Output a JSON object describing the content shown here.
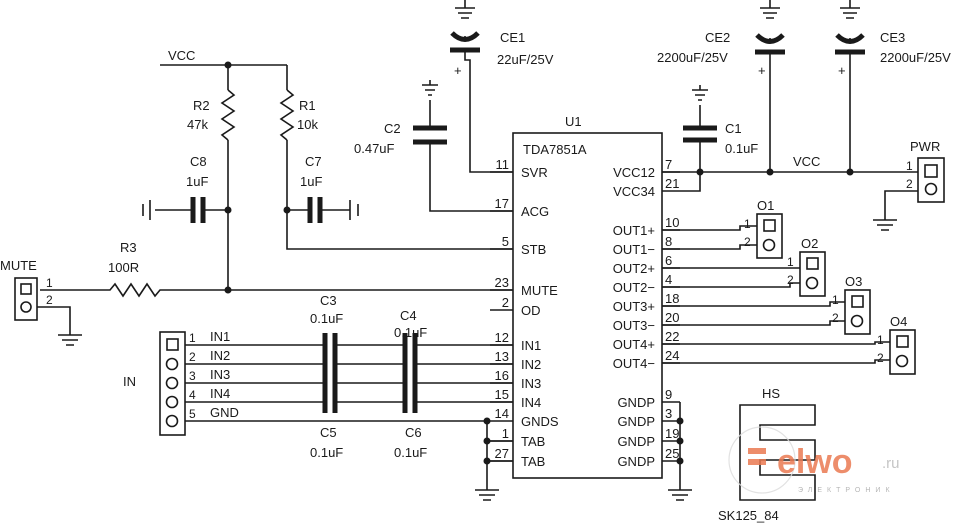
{
  "ic": {
    "ref": "U1",
    "part": "TDA7851A",
    "left_pins": [
      {
        "num": "11",
        "name": "SVR"
      },
      {
        "num": "17",
        "name": "ACG"
      },
      {
        "num": "5",
        "name": "STB"
      },
      {
        "num": "23",
        "name": "MUTE"
      },
      {
        "num": "2",
        "name": "OD"
      },
      {
        "num": "12",
        "name": "IN1"
      },
      {
        "num": "13",
        "name": "IN2"
      },
      {
        "num": "16",
        "name": "IN3"
      },
      {
        "num": "15",
        "name": "IN4"
      },
      {
        "num": "14",
        "name": "GNDS"
      },
      {
        "num": "1",
        "name": "TAB"
      },
      {
        "num": "27",
        "name": "TAB"
      }
    ],
    "right_pins": [
      {
        "num": "7",
        "name": "VCC12"
      },
      {
        "num": "21",
        "name": "VCC34"
      },
      {
        "num": "10",
        "name": "OUT1+"
      },
      {
        "num": "8",
        "name": "OUT1−"
      },
      {
        "num": "6",
        "name": "OUT2+"
      },
      {
        "num": "4",
        "name": "OUT2−"
      },
      {
        "num": "18",
        "name": "OUT3+"
      },
      {
        "num": "20",
        "name": "OUT3−"
      },
      {
        "num": "22",
        "name": "OUT4+"
      },
      {
        "num": "24",
        "name": "OUT4−"
      },
      {
        "num": "9",
        "name": "GNDP"
      },
      {
        "num": "3",
        "name": "GNDP"
      },
      {
        "num": "19",
        "name": "GNDP"
      },
      {
        "num": "25",
        "name": "GNDP"
      }
    ]
  },
  "components": {
    "ce1": {
      "ref": "CE1",
      "value": "22uF/25V"
    },
    "ce2": {
      "ref": "CE2",
      "value": "2200uF/25V"
    },
    "ce3": {
      "ref": "CE3",
      "value": "2200uF/25V"
    },
    "c1": {
      "ref": "C1",
      "value": "0.1uF"
    },
    "c2": {
      "ref": "C2",
      "value": "0.47uF"
    },
    "c3": {
      "ref": "C3",
      "value": "0.1uF"
    },
    "c4": {
      "ref": "C4",
      "value": "0.1uF"
    },
    "c5": {
      "ref": "C5",
      "value": "0.1uF"
    },
    "c6": {
      "ref": "C6",
      "value": "0.1uF"
    },
    "c7": {
      "ref": "C7",
      "value": "1uF"
    },
    "c8": {
      "ref": "C8",
      "value": "1uF"
    },
    "r1": {
      "ref": "R1",
      "value": "10k"
    },
    "r2": {
      "ref": "R2",
      "value": "47k"
    },
    "r3": {
      "ref": "R3",
      "value": "100R"
    }
  },
  "nets": {
    "vcc_left": "VCC",
    "vcc_right": "VCC",
    "plus": "+"
  },
  "connectors": {
    "mute": {
      "ref": "MUTE",
      "pins": [
        "1",
        "2"
      ]
    },
    "in": {
      "ref": "IN",
      "pins": [
        "1",
        "2",
        "3",
        "4",
        "5"
      ],
      "signals": [
        "IN1",
        "IN2",
        "IN3",
        "IN4",
        "GND"
      ]
    },
    "pwr": {
      "ref": "PWR",
      "pins": [
        "1",
        "2"
      ]
    },
    "o1": {
      "ref": "O1",
      "pins": [
        "1",
        "2"
      ]
    },
    "o2": {
      "ref": "O2",
      "pins": [
        "1",
        "2"
      ]
    },
    "o3": {
      "ref": "O3",
      "pins": [
        "1",
        "2"
      ]
    },
    "o4": {
      "ref": "O4",
      "pins": [
        "1",
        "2"
      ]
    }
  },
  "heatsink": {
    "ref": "HS",
    "part": "SK125_84"
  },
  "watermark": {
    "brand": "elwo",
    "domain": ".ru",
    "tagline": "ЭЛЕКТРОНИК"
  }
}
